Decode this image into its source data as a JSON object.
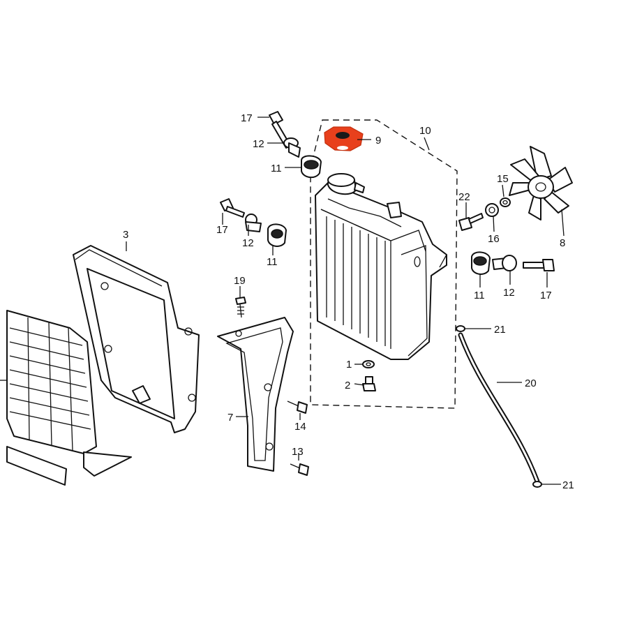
{
  "diagram": {
    "highlight_color": "#e8401c",
    "ink_color": "#111111",
    "callouts": {
      "c17a": "17",
      "c12a": "12",
      "c11a": "11",
      "c9": "9",
      "c10": "10",
      "c17b": "17",
      "c12b": "12",
      "c11b": "11",
      "c3": "3",
      "c22": "22",
      "c15": "15",
      "c16": "16",
      "c8": "8",
      "c11c": "11",
      "c12c": "12",
      "c17c": "17",
      "c19": "19",
      "c21a": "21",
      "c21b": "21",
      "c1": "1",
      "c2": "2",
      "c20": "20",
      "c7": "7",
      "c14": "14",
      "c13": "13"
    }
  }
}
